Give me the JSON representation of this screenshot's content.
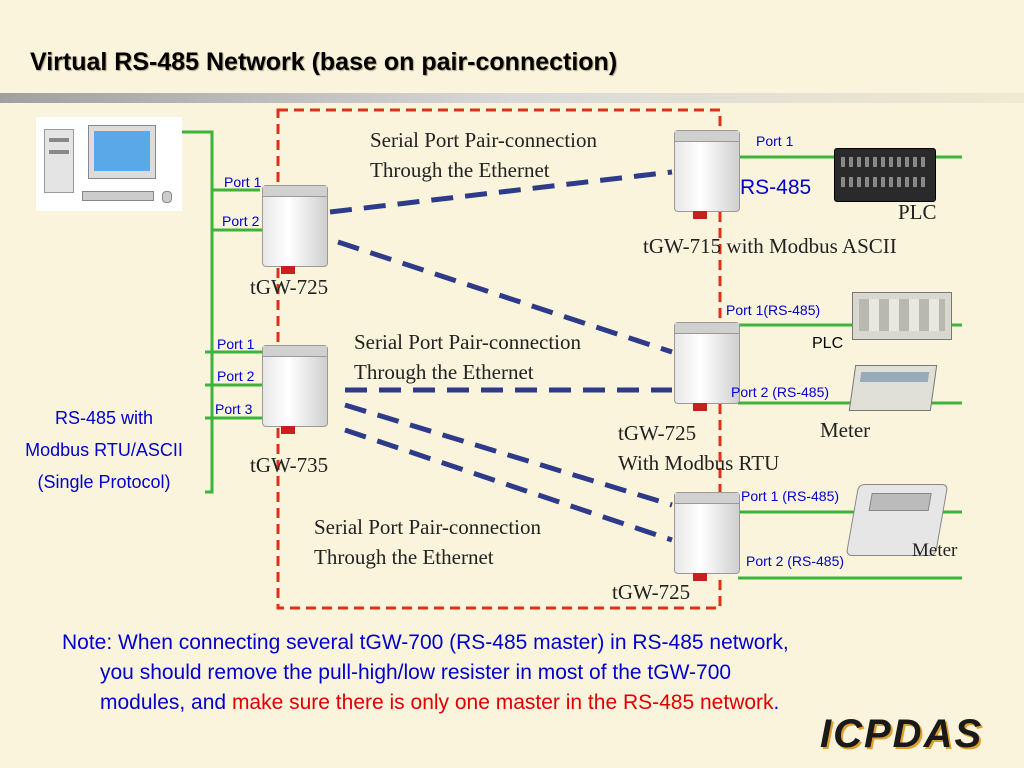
{
  "title": "Virtual RS-485 Network (base on pair-connection)",
  "pair_labels": {
    "line1": "Serial Port Pair-connection",
    "line2": "Through the Ethernet"
  },
  "left_label": {
    "line1": "RS-485 with",
    "line2": "Modbus RTU/ASCII",
    "line3": "(Single Protocol)"
  },
  "devices": {
    "tgw725_a": {
      "name": "tGW-725",
      "port1": "Port 1",
      "port2": "Port 2"
    },
    "tgw735": {
      "name": "tGW-735",
      "port1": "Port 1",
      "port2": "Port 2",
      "port3": "Port 3"
    },
    "tgw715": {
      "name": "tGW-715 with Modbus ASCII",
      "port1": "Port 1",
      "bus": "RS-485",
      "target": "PLC"
    },
    "tgw725_b": {
      "name": "tGW-725",
      "subtitle": "With Modbus RTU",
      "port1": "Port 1(RS-485)",
      "port2": "Port 2 (RS-485)",
      "target1": "PLC",
      "target2": "Meter"
    },
    "tgw725_c": {
      "name": "tGW-725",
      "port1": "Port 1 (RS-485)",
      "port2": "Port 2 (RS-485)",
      "target": "Meter"
    }
  },
  "note": {
    "part1": "Note: When connecting several tGW-700 (RS-485 master) in RS-485 network,",
    "part2": "you should remove the pull-high/low resister in most of the tGW-700",
    "part3": "modules, and",
    "part4": "make sure there is only one master in the RS-485 network",
    "part5": "."
  },
  "logo": "ICPDAS",
  "colors": {
    "accent_blue": "#0000cc",
    "dash_line": "#2e3a8a",
    "red_border": "#e0301a",
    "green_bus": "#3cb43c",
    "note_red": "#e00000"
  }
}
